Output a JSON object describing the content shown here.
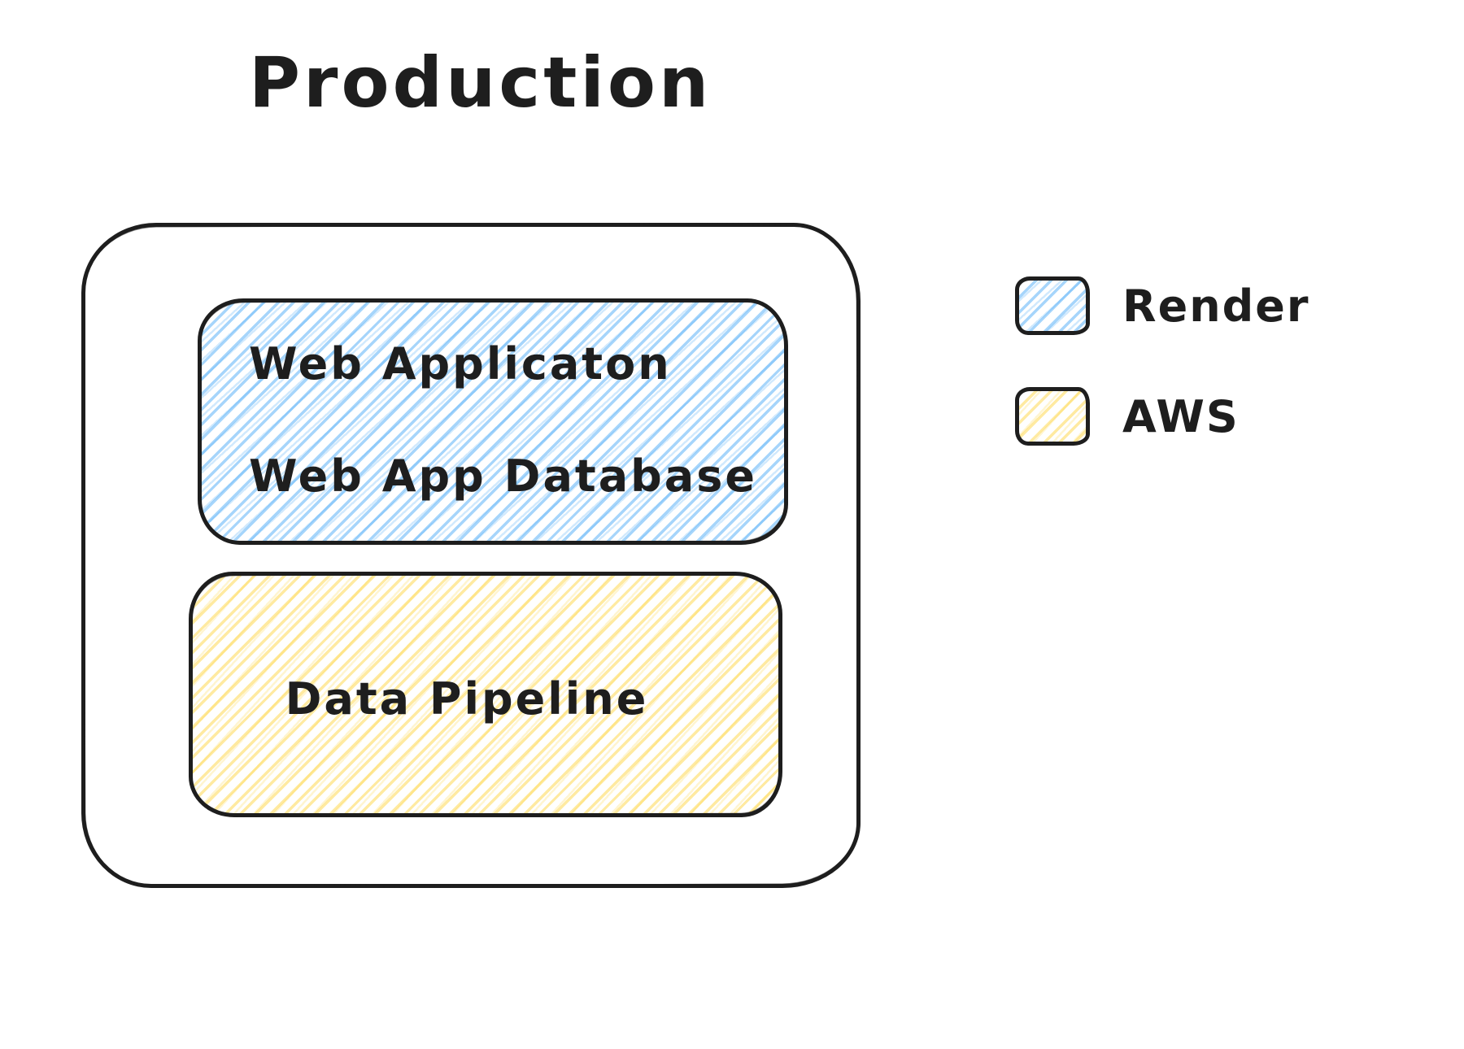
{
  "title": "Production",
  "nodes": [
    {
      "id": "web-application",
      "lines": [
        "Web Applicaton",
        "Web App Database"
      ],
      "fill": "render-blue"
    },
    {
      "id": "data-pipeline",
      "lines": [
        "Data Pipeline"
      ],
      "fill": "aws-yellow"
    }
  ],
  "legend": {
    "items": [
      {
        "label": "Render",
        "color": "#4dabf7"
      },
      {
        "label": "AWS",
        "color": "#ffd43b"
      }
    ]
  },
  "colors": {
    "stroke": "#1e1e1e",
    "render_hatch": "#4dabf7",
    "aws_hatch": "#ffd43b",
    "background": "#ffffff"
  }
}
